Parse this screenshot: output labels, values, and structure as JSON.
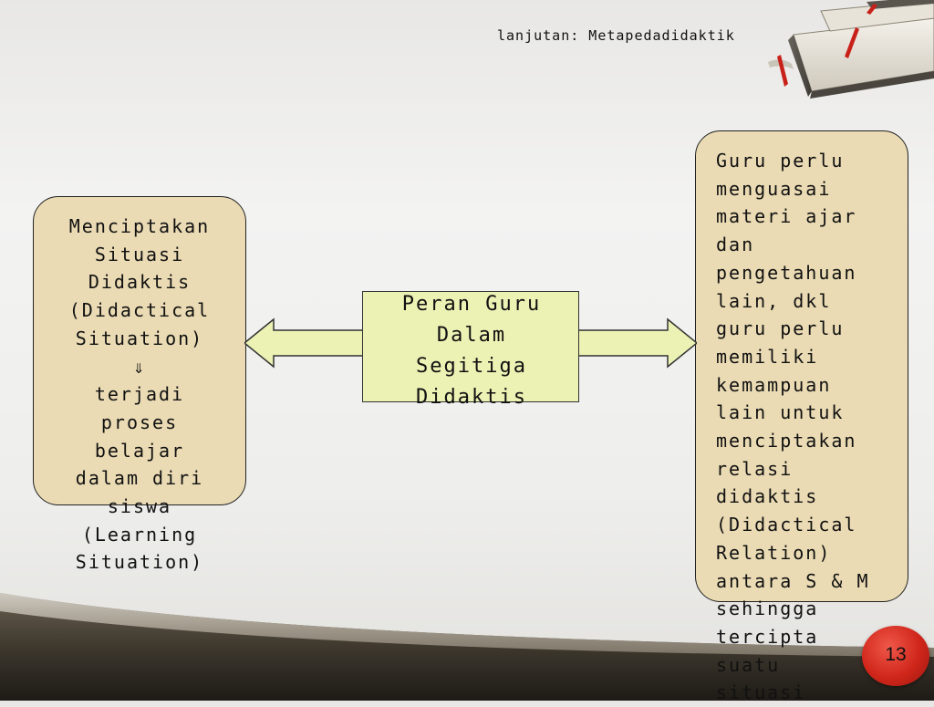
{
  "header": {
    "subtitle": "lanjutan: Metapedadidaktik"
  },
  "diagram": {
    "left_box_text": "Menciptakan\nSituasi\nDidaktis\n(Didactical\nSituation)\n⇓\nterjadi\nproses\nbelajar\ndalam diri\nsiswa\n(Learning\nSituation)",
    "center_text": "Peran Guru\nDalam\nSegitiga\nDidaktis",
    "right_box_text": "Guru perlu\nmenguasai\nmateri ajar\ndan\npengetahuan\nlain, dkl\nguru perlu\nmemiliki\nkemampuan\nlain untuk\nmenciptakan\nrelasi\ndidaktis\n(Didactical\nRelation)\nantara S & M\nsehingga\ntercipta\nsuatu\nsituasi"
  },
  "footer": {
    "page_number": "13"
  },
  "colors": {
    "box_fill": "#eadbb4",
    "center_fill": "#ecf2b4",
    "arrow_fill": "#ecf2b4",
    "badge": "#d0261a"
  }
}
